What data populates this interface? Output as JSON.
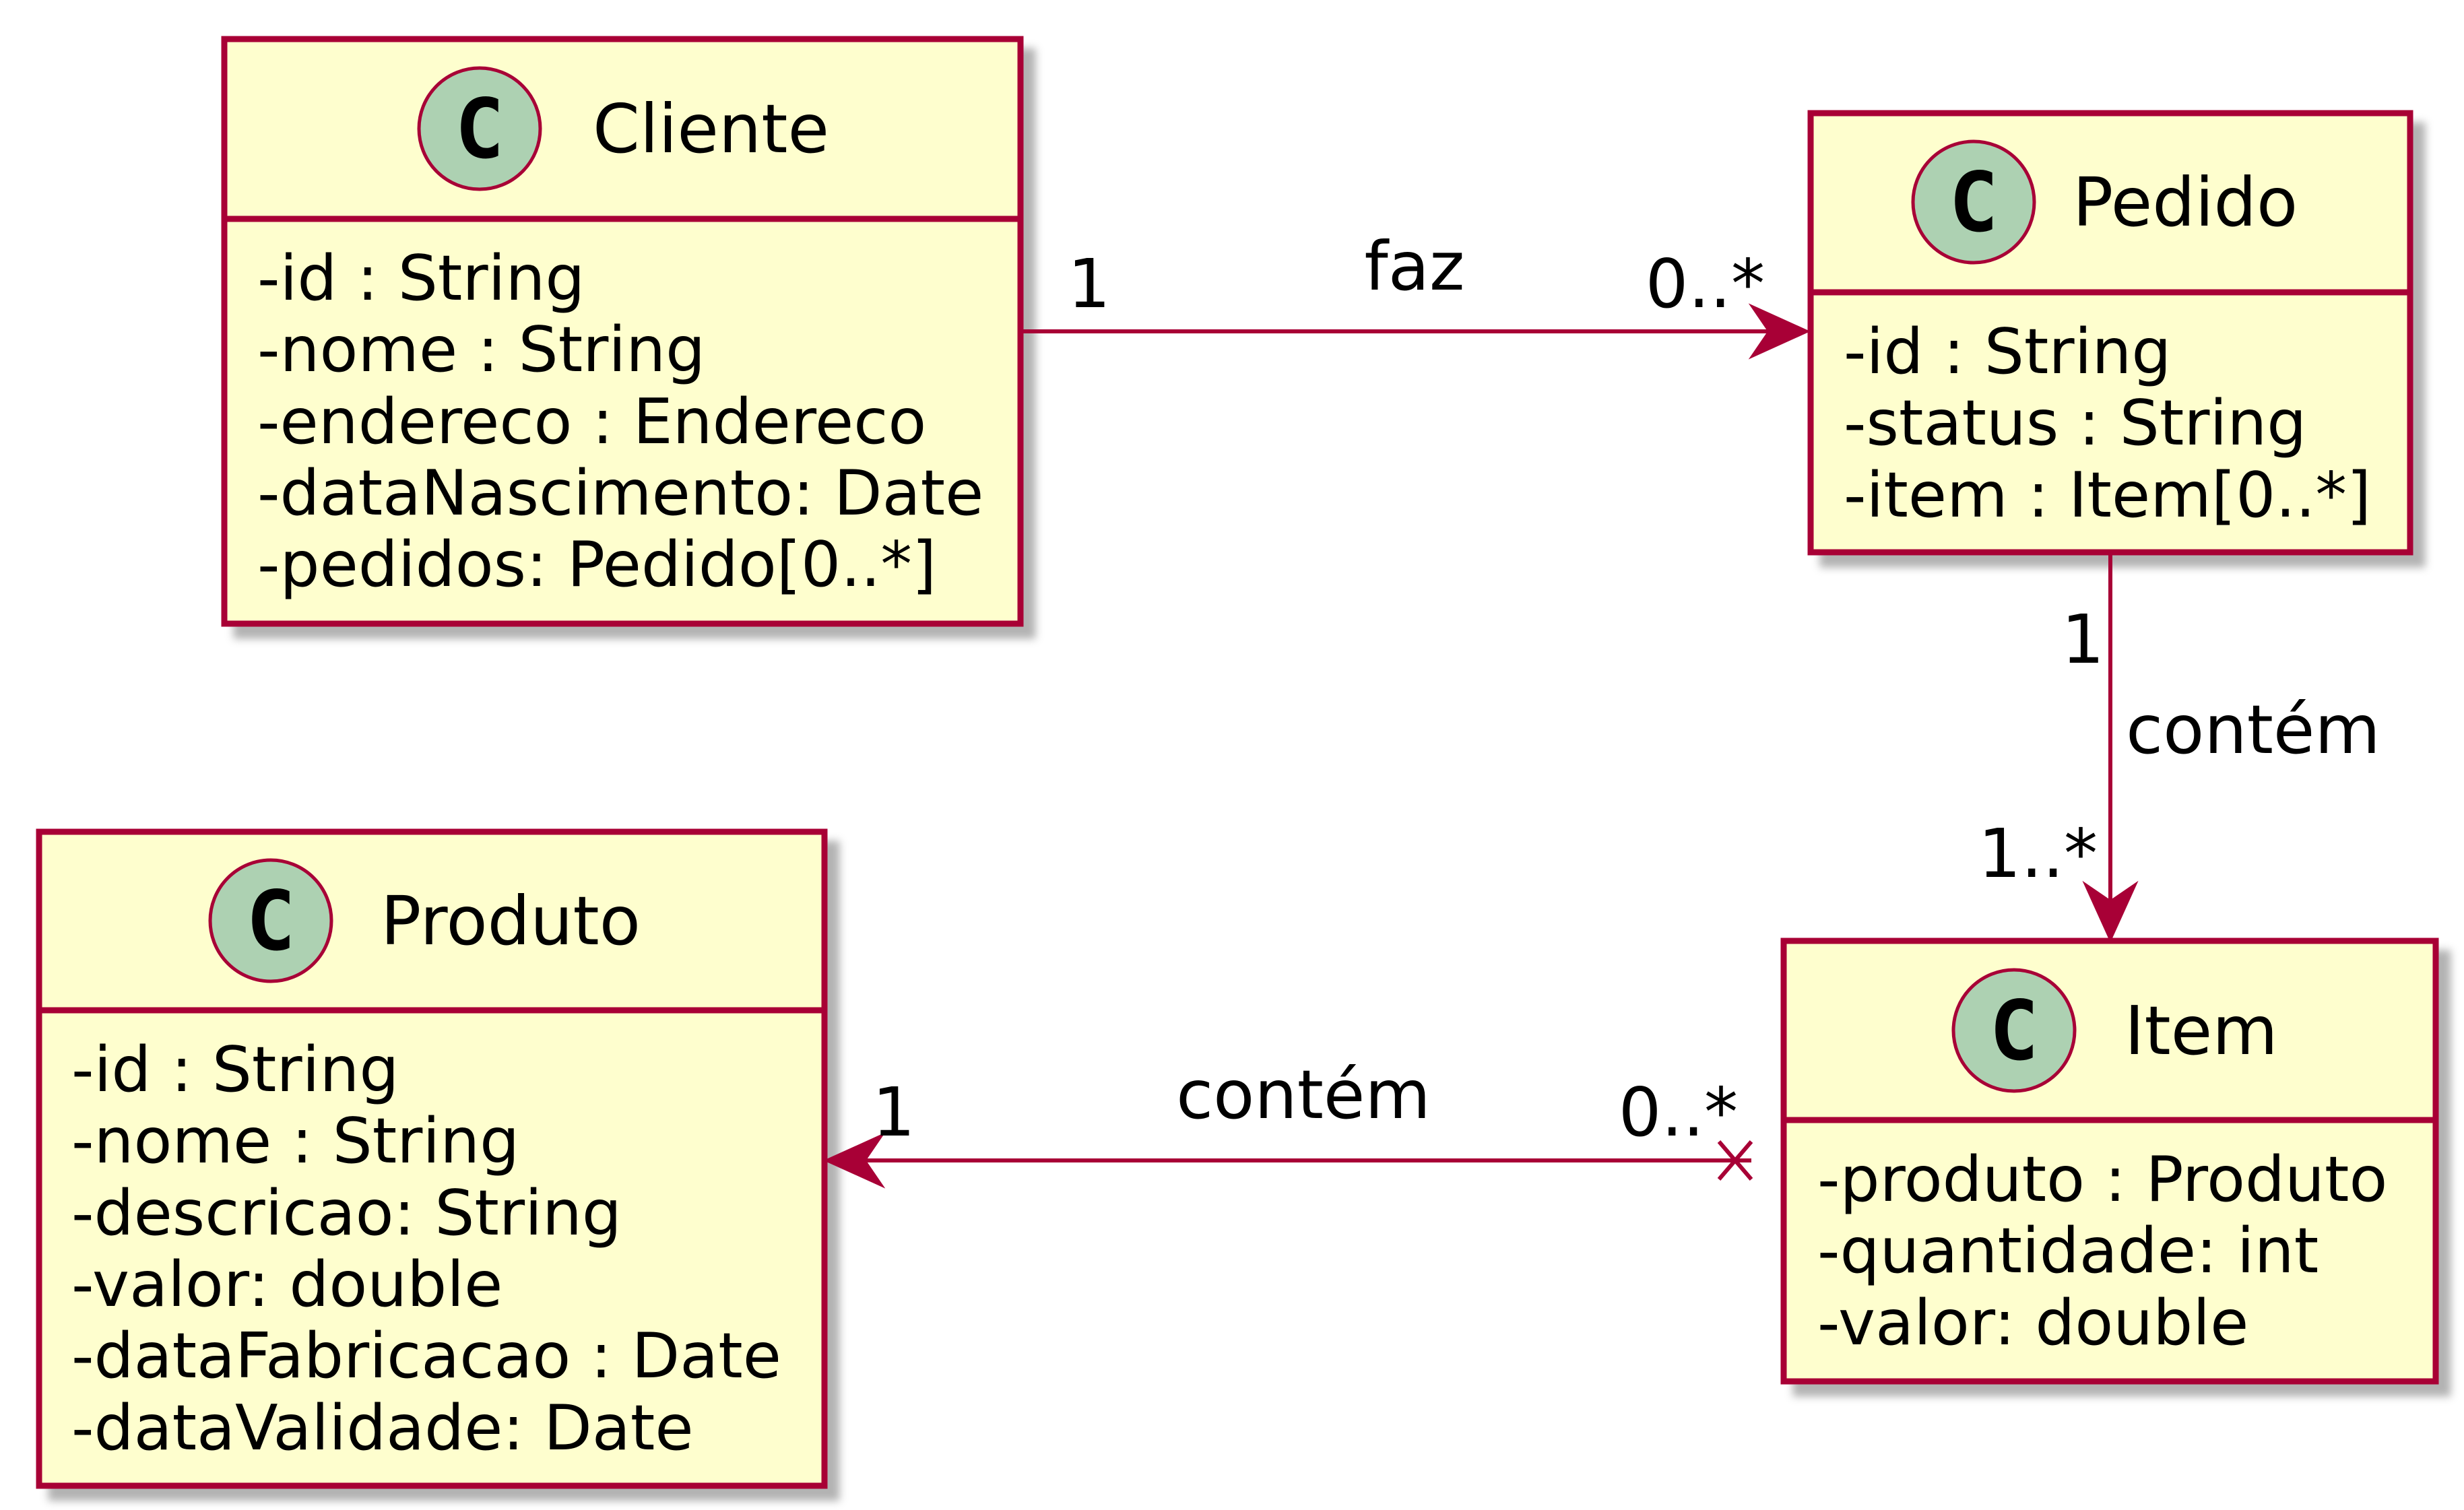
{
  "colors": {
    "class_fill": "#FEFECE",
    "border": "#A80036",
    "edge": "#A80036",
    "circle_fill": "#ADD1B2",
    "shadow": "#C8C8C8"
  },
  "classes": {
    "cliente": {
      "stereotype": "C",
      "name": "Cliente",
      "attributes": [
        "-id : String",
        "-nome : String",
        "-endereco : Endereco",
        "-dataNascimento: Date",
        "-pedidos: Pedido[0..*]"
      ]
    },
    "pedido": {
      "stereotype": "C",
      "name": "Pedido",
      "attributes": [
        "-id : String",
        "-status : String",
        "-item : Item[0..*]"
      ]
    },
    "produto": {
      "stereotype": "C",
      "name": "Produto",
      "attributes": [
        "-id : String",
        "-nome : String",
        "-descricao: String",
        "-valor: double",
        "-dataFabricacao : Date",
        "-dataValidade: Date"
      ]
    },
    "item": {
      "stereotype": "C",
      "name": "Item",
      "attributes": [
        "-produto : Produto",
        "-quantidade: int",
        "-valor: double"
      ]
    }
  },
  "relations": {
    "faz": {
      "label": "faz",
      "source_mult": "1",
      "target_mult": "0..*"
    },
    "pedido_item": {
      "label": "contém",
      "source_mult": "1",
      "target_mult": "1..*"
    },
    "item_produto": {
      "label": "contém",
      "source_mult": "0..*",
      "target_mult": "1"
    }
  }
}
